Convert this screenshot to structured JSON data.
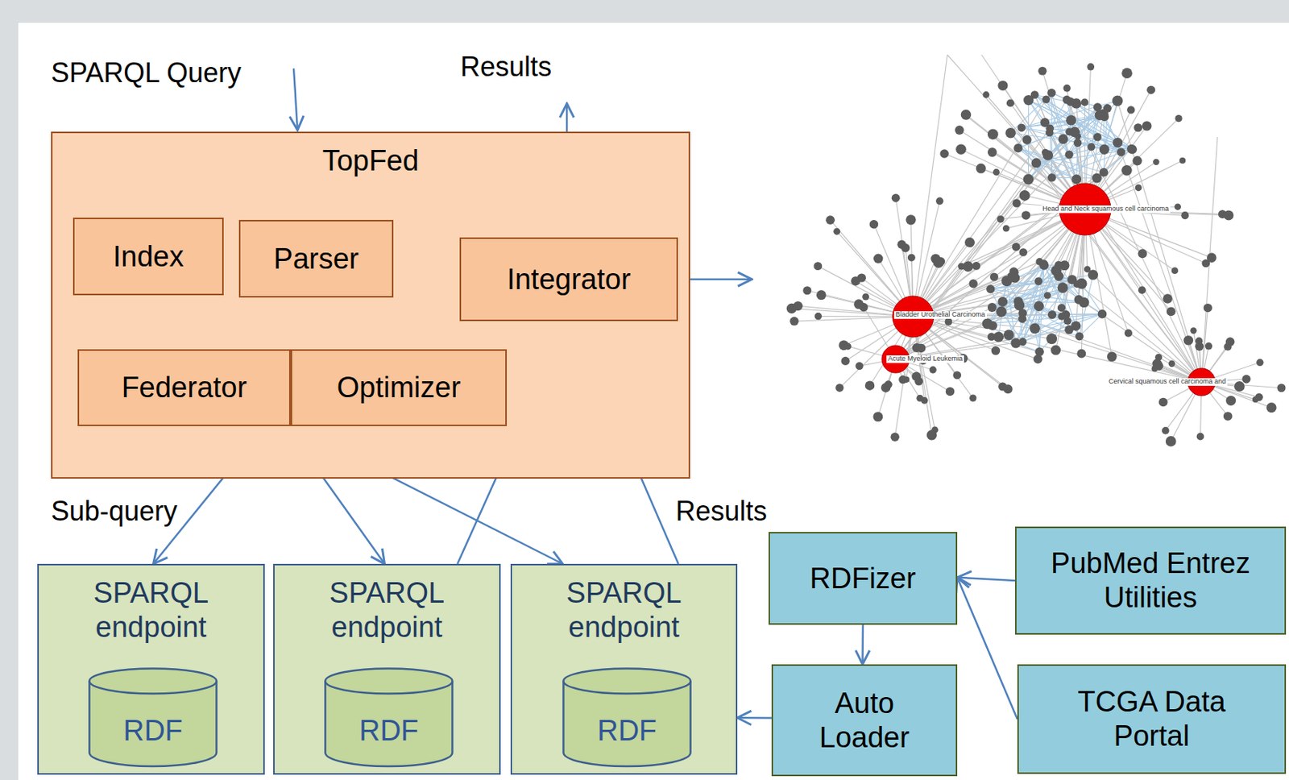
{
  "diagram": {
    "nodes": [
      {
        "text": [
          "TopFed"
        ]
      },
      {
        "text": [
          "Index"
        ],
        "in": 0
      },
      {
        "text": [
          "Parser"
        ],
        "in": 0
      },
      {
        "text": [
          "Federator"
        ],
        "in": 0
      },
      {
        "text": [
          "Optimizer"
        ],
        "in": 0
      },
      {
        "text": [
          "Integrator"
        ],
        "in": 0
      },
      {
        "text": [
          "SPARQL endpoint"
        ]
      },
      {
        "text": [
          "RDF"
        ],
        "in": 6
      },
      {
        "text": [
          "SPARQL endpoint"
        ]
      },
      {
        "text": [
          "RDF"
        ],
        "in": 8
      },
      {
        "text": [
          "SPARQL endpoint"
        ]
      },
      {
        "text": [
          "RDF"
        ],
        "in": 10
      },
      {
        "text": [
          "RDFizer"
        ]
      },
      {
        "text": [
          "PubMed Entrez Utilities"
        ]
      },
      {
        "text": [
          "Auto Loader"
        ]
      },
      {
        "text": [
          "TCGA Data Portal"
        ]
      }
    ],
    "edges": [
      {
        "from": 1,
        "to": 3,
        "arrow": "to"
      },
      {
        "from": 2,
        "to": 3,
        "arrow": "to"
      },
      {
        "from": 3,
        "to": 6,
        "arrow": "to"
      },
      {
        "from": 3,
        "to": 8,
        "arrow": "to"
      },
      {
        "from": 3,
        "to": 10,
        "arrow": "to"
      },
      {
        "from": 8,
        "to": 5,
        "arrow": "to"
      },
      {
        "from": 10,
        "to": 5,
        "arrow": "to"
      },
      {
        "from": 13,
        "to": 12,
        "arrow": "to"
      },
      {
        "from": 15,
        "to": 12,
        "arrow": "to"
      },
      {
        "from": 12,
        "to": 14,
        "arrow": "to"
      },
      {
        "from": 14,
        "to": 10,
        "arrow": "to"
      }
    ],
    "labels": [
      "SPARQL Query",
      "Results",
      "Sub-query",
      "Results",
      "Head and Neck squamous cell carcinoma",
      "Bladder Urothelial Carcinoma",
      "Acute Myeloid Leukemia",
      "Cervical squamous cell carcinoma and"
    ]
  }
}
